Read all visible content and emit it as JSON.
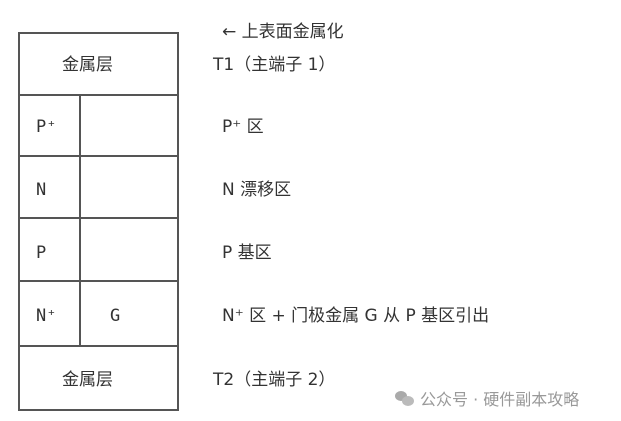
{
  "annotation_top": "← 上表面金属化",
  "layers": [
    {
      "left": "金属层",
      "right": "T1（主端子 1）"
    },
    {
      "left": "P⁺",
      "right": "P⁺ 区"
    },
    {
      "left": "N",
      "right": "N 漂移区"
    },
    {
      "left": "P",
      "right": "P 基区"
    },
    {
      "left": "N⁺",
      "inner": "G",
      "right": "N⁺ 区 + 门极金属 G 从 P 基区引出"
    },
    {
      "left": "金属层",
      "right": "T2（主端子 2）"
    }
  ],
  "watermark": "公众号 · 硬件副本攻略"
}
